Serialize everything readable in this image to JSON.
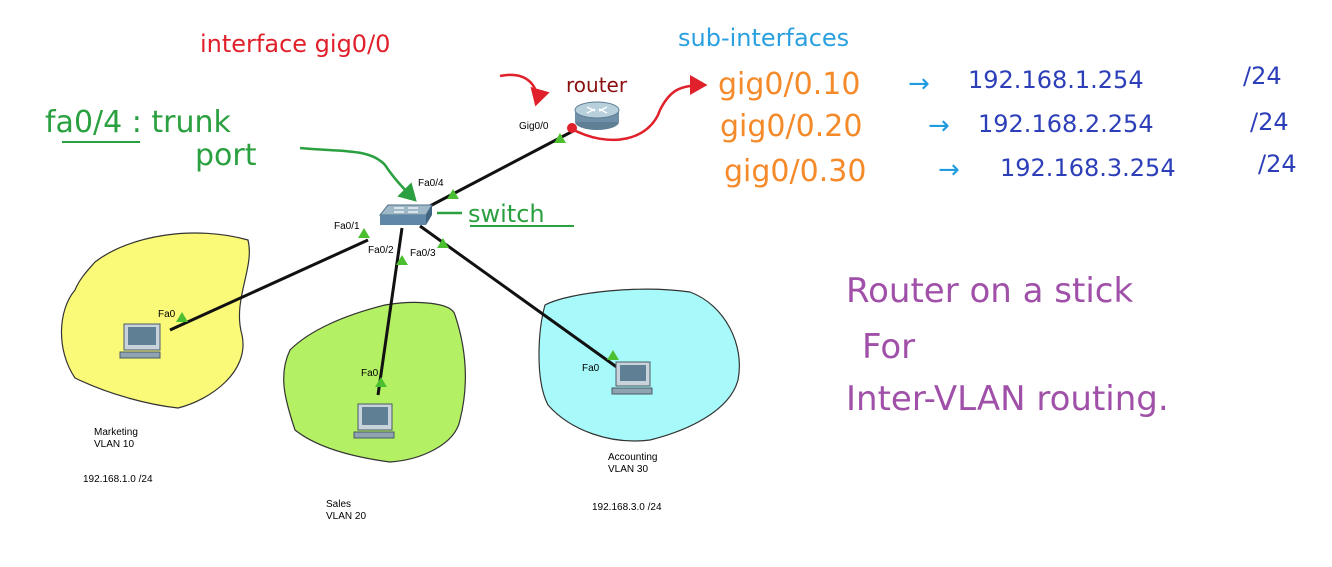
{
  "annotations": {
    "interface_label": "interface gig0/0",
    "router_label": "router",
    "trunk_line1": "fa0/4 : trunk",
    "trunk_line2": "port",
    "switch_label": "switch",
    "subinterfaces_title": "sub-interfaces",
    "subinterfaces": [
      {
        "name": "gig0/0.10",
        "ip": "192.168.1.254",
        "mask": "/24"
      },
      {
        "name": "gig0/0.20",
        "ip": "192.168.2.254",
        "mask": "/24"
      },
      {
        "name": "gig0/0.30",
        "ip": "192.168.3.254",
        "mask": "/24"
      }
    ],
    "arrow_glyph": "→",
    "title_lines": [
      "Router on a stick",
      "For",
      "Inter-VLAN routing."
    ]
  },
  "ports": {
    "router_gig": "Gig0/0",
    "sw_fa04": "Fa0/4",
    "sw_fa01": "Fa0/1",
    "sw_fa02": "Fa0/2",
    "sw_fa03": "Fa0/3",
    "pc_marketing": "Fa0",
    "pc_sales": "Fa0",
    "pc_accounting": "Fa0"
  },
  "vlans": {
    "marketing": {
      "name": "Marketing",
      "vlan": "VLAN 10",
      "subnet": "192.168.1.0 /24"
    },
    "sales": {
      "name": "Sales",
      "vlan": "VLAN 20"
    },
    "accounting": {
      "name": "Accounting",
      "vlan": "VLAN 30",
      "subnet": "192.168.3.0 /24"
    }
  },
  "colors": {
    "red": "#e0202a",
    "green": "#2aa040",
    "blue_title": "#2aa0e0",
    "orange": "#f58a2a",
    "navy": "#2c3fb8",
    "arrow_blue": "#1f9be0",
    "purple": "#a050a8",
    "vlan_yellow": "#fafa78",
    "vlan_green": "#b4f064",
    "vlan_cyan": "#a8fafa"
  }
}
